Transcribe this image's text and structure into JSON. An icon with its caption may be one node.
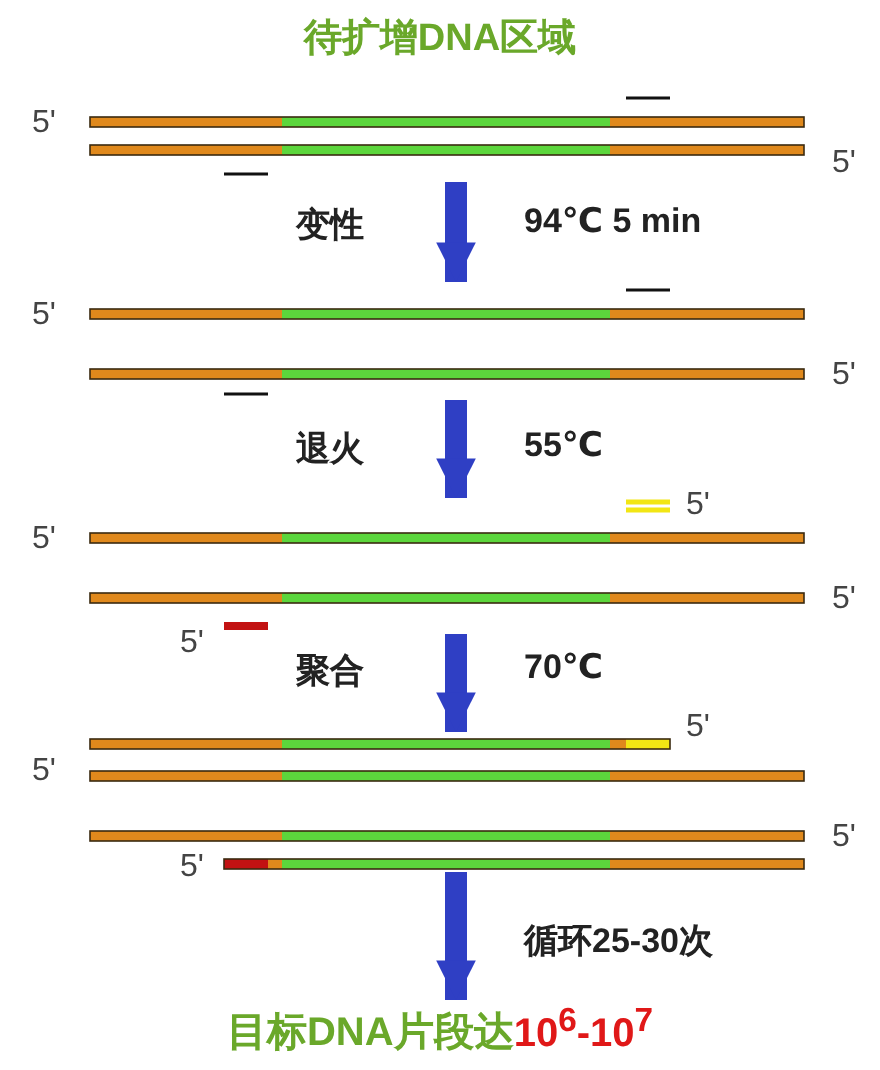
{
  "diagram": {
    "title": "待扩增DNA区域",
    "nodes": [
      {
        "text": [],
        "shape": "picture",
        "beside": [
          "5'",
          "5'"
        ]
      },
      {
        "text": [],
        "shape": "picture",
        "beside": [
          "5'",
          "5'"
        ]
      },
      {
        "text": [
          "5'",
          "5'"
        ],
        "beside": [
          "5'",
          "5'"
        ]
      },
      {
        "text": [
          "5'",
          "5'"
        ],
        "beside": [
          "5'",
          "5'"
        ]
      },
      {
        "text": [
          "目标DNA片段达",
          "10$^{6}$-10$^{7}$"
        ]
      }
    ],
    "edges": [
      {
        "from": 0,
        "to": 1,
        "arrow": "to"
      },
      {
        "from": 1,
        "to": 2,
        "arrow": "to"
      },
      {
        "from": 2,
        "to": 3,
        "arrow": "to"
      },
      {
        "from": 3,
        "to": 4,
        "arrow": "to"
      }
    ],
    "labels": [
      "变性",
      "94℃ 5 min",
      "退火",
      "55℃",
      "聚合",
      "70℃",
      "循环25-30次"
    ]
  }
}
